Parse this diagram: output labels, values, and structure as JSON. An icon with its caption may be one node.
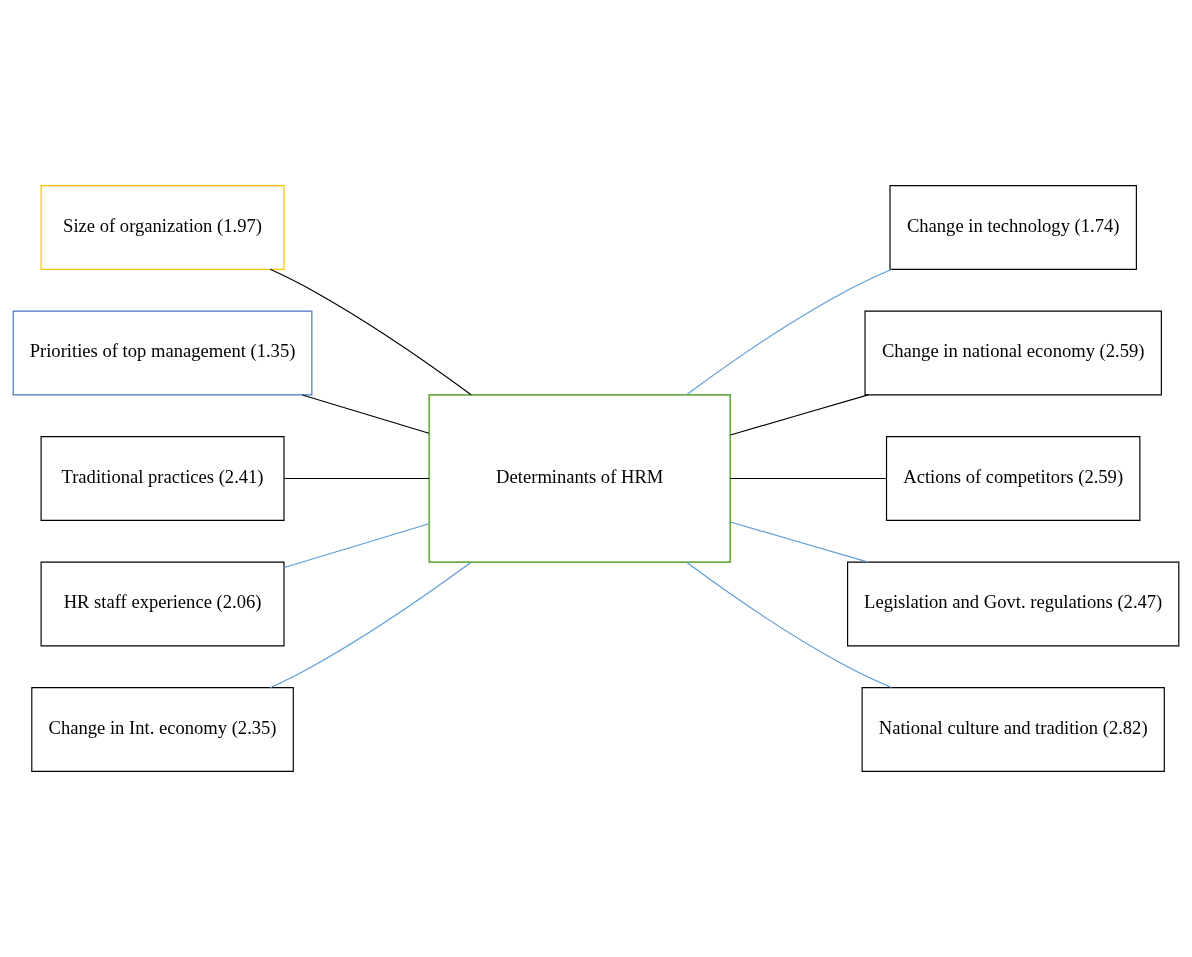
{
  "diagram": {
    "nodes": [
      {
        "text": [
          "Determinants of HRM"
        ]
      },
      {
        "text": [
          "Size of organization (1.97)"
        ]
      },
      {
        "text": [
          "Priorities of top management (1.35)"
        ]
      },
      {
        "text": [
          "Traditional practices (2.41)"
        ]
      },
      {
        "text": [
          "HR staff experience (2.06)"
        ]
      },
      {
        "text": [
          "Change in Int. economy (2.35)"
        ]
      },
      {
        "text": [
          "Change in technology (1.74)"
        ]
      },
      {
        "text": [
          "Change in national economy (2.59)"
        ]
      },
      {
        "text": [
          "Actions of competitors (2.59)"
        ]
      },
      {
        "text": [
          "Legislation and Govt. regulations (2.47)"
        ]
      },
      {
        "text": [
          "National culture and tradition (2.82)"
        ]
      }
    ],
    "edges": [
      {
        "from": 1,
        "to": 0,
        "arrow": "none"
      },
      {
        "from": 2,
        "to": 0,
        "arrow": "none"
      },
      {
        "from": 3,
        "to": 0,
        "arrow": "none"
      },
      {
        "from": 4,
        "to": 0,
        "arrow": "none",
        "color": "#5b9bd5"
      },
      {
        "from": 5,
        "to": 0,
        "arrow": "none",
        "color": "#5b9bd5"
      },
      {
        "from": 0,
        "to": 6,
        "arrow": "none",
        "color": "#5b9bd5"
      },
      {
        "from": 0,
        "to": 7,
        "arrow": "none"
      },
      {
        "from": 0,
        "to": 8,
        "arrow": "none"
      },
      {
        "from": 0,
        "to": 9,
        "arrow": "none",
        "color": "#5b9bd5"
      },
      {
        "from": 0,
        "to": 10,
        "arrow": "none",
        "color": "#5b9bd5"
      }
    ]
  }
}
